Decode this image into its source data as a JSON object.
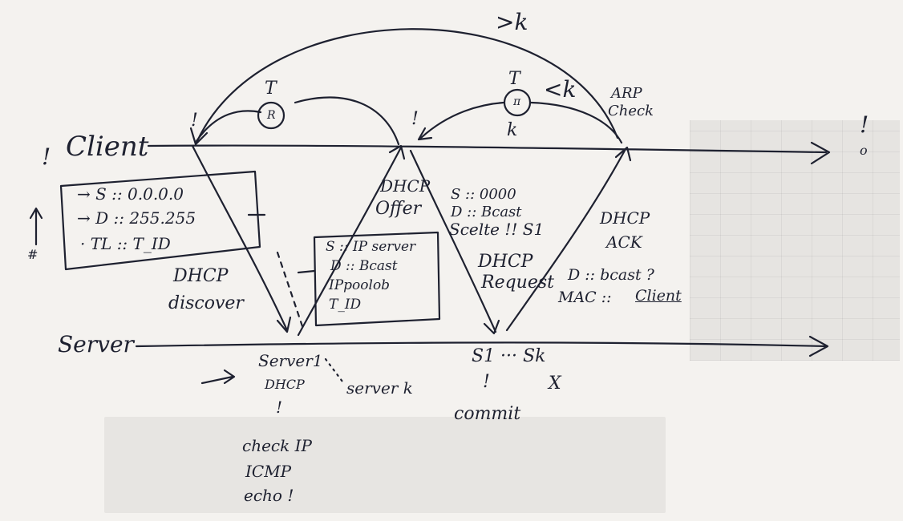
{
  "timers": {
    "gt_k": ">k",
    "lt_k": "<k",
    "k_below": "k",
    "t_left": "T",
    "t_left_symbol": "R",
    "t_right": "T",
    "t_right_symbol": "π"
  },
  "client": {
    "marker": "!",
    "label": "Client",
    "end_marker": "!",
    "end_dot": "o",
    "box_lines": [
      "→ S :: 0.0.0.0",
      "→ D :: 255.255",
      "· TL :: T_ID"
    ],
    "box_side_mark": "#"
  },
  "discover": {
    "line1": "DHCP",
    "line2": "discover"
  },
  "offer": {
    "marker": "!",
    "line1": "DHCP",
    "line2": "Offer",
    "box_lines": [
      "S :: IP server",
      "D :: Bcast",
      "IPpoolob",
      "T_ID"
    ]
  },
  "request": {
    "fields": [
      "S :: 0000",
      "D :: Bcast",
      "Scelte !! S1"
    ],
    "line1": "DHCP",
    "line2": "Request",
    "extra": [
      "D :: bcast ?",
      "MAC ::"
    ],
    "extra_underlined": "Client"
  },
  "ack": {
    "line1": "DHCP",
    "line2": "ACK",
    "arp_line1": "ARP",
    "arp_line2": "Check"
  },
  "server": {
    "label": "Server",
    "server1": "Server1",
    "dhcp": "DHCP",
    "bang": "!",
    "server_k": "server k",
    "check_lines": [
      "check IP",
      "ICMP",
      "echo !"
    ],
    "s1_sk": "S1 ··· Sk",
    "s1_mark": "!",
    "sk_mark": "X",
    "commit": "commit"
  },
  "colors": {
    "ink": "#1e2130",
    "paper": "#f4f2ef"
  }
}
